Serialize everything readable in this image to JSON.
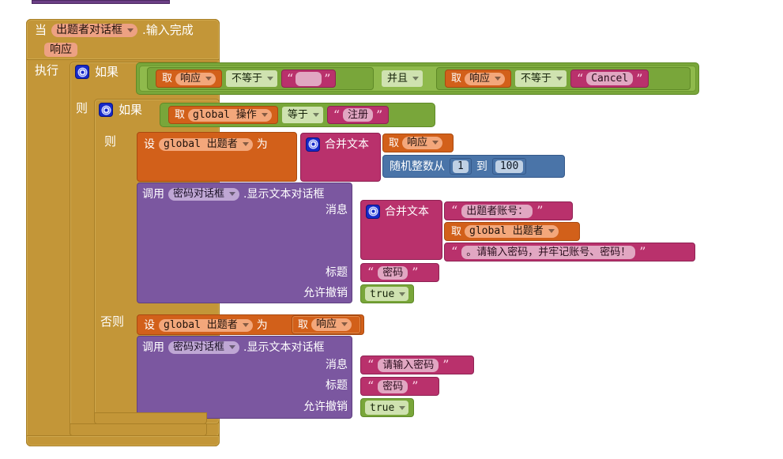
{
  "app": {
    "name": "MIT App Inventor Blocks Editor",
    "language": "zh-CN"
  },
  "palette": {
    "event": "#C39638",
    "control": "#C39638",
    "logic": "#79A63A",
    "variable": "#D2601A",
    "text": "#B9316C",
    "math": "#4A74A8",
    "procedure": "#7B57A0",
    "mutator_gear": "#1629C9"
  },
  "blocks": {
    "event": {
      "when": "当",
      "component": "出题者对话框",
      "event_name": ".输入完成",
      "param": "响应",
      "do": "执行"
    },
    "outer_if": {
      "if_label": "如果",
      "then_label": "则",
      "condition": {
        "left": {
          "get": "取",
          "variable": "响应",
          "operator": "不等于",
          "value": ""
        },
        "conjunction": "并且",
        "right": {
          "get": "取",
          "variable": "响应",
          "operator": "不等于",
          "value": "Cancel"
        }
      }
    },
    "inner_if": {
      "if_label": "如果",
      "then_label": "则",
      "else_label": "否则",
      "condition": {
        "get": "取",
        "variable": "global 操作",
        "operator": "等于",
        "value": "注册"
      }
    },
    "then_branch": {
      "set_block": {
        "set": "设",
        "variable": "global 出题者",
        "to": "为"
      },
      "join": {
        "label": "合并文本",
        "items": [
          {
            "type": "get",
            "get": "取",
            "variable": "响应"
          },
          {
            "type": "random",
            "label": "随机整数从",
            "from": "1",
            "to_label": "到",
            "to": "100"
          }
        ]
      },
      "call_block": {
        "call": "调用",
        "component": "密码对话框",
        "method": ".显示文本对话框",
        "args": [
          {
            "name": "消息"
          },
          {
            "name": "标题"
          },
          {
            "name": "允许撤销"
          }
        ],
        "message_join": {
          "label": "合并文本",
          "items": [
            {
              "type": "text",
              "value": "出题者账号："
            },
            {
              "type": "get",
              "get": "取",
              "variable": "global 出题者"
            },
            {
              "type": "text",
              "value": "。请输入密码，并牢记账号、密码！"
            }
          ]
        },
        "title_value": "密码",
        "cancelable_value": "true"
      }
    },
    "else_branch": {
      "set_block": {
        "set": "设",
        "variable": "global 出题者",
        "to": "为",
        "value": {
          "get": "取",
          "variable": "响应"
        }
      },
      "call_block": {
        "call": "调用",
        "component": "密码对话框",
        "method": ".显示文本对话框",
        "args": [
          {
            "name": "消息"
          },
          {
            "name": "标题"
          },
          {
            "name": "允许撤销"
          }
        ],
        "message_value": "请输入密码",
        "title_value": "密码",
        "cancelable_value": "true"
      }
    }
  }
}
